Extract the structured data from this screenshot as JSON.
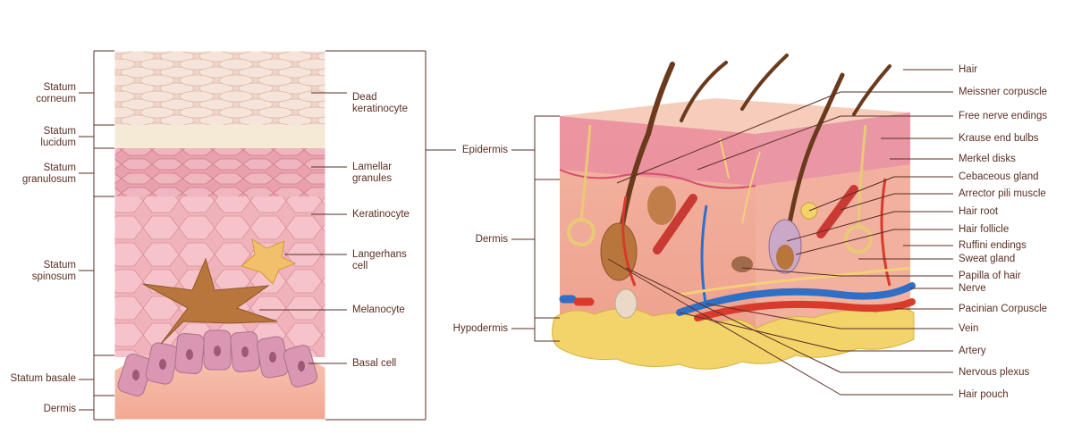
{
  "colors": {
    "line": "#5a2e22",
    "text": "#5a2e22",
    "corneum": "#efd6c8",
    "lucidum": "#f4ead6",
    "granulosum": "#e9a2ad",
    "spinosum": "#f1b3bb",
    "melanocyte": "#b9763c",
    "langerhans": "#f2c06a",
    "basal": "#d997b4",
    "dermis": "#f5b9a8",
    "artery": "#d83a2c",
    "vein": "#2f6fc6",
    "fat": "#f3d46a",
    "hair": "#6a3a1c",
    "nerve": "#f2d07a"
  },
  "left_panel": {
    "left_labels": [
      {
        "text": "Statum\ncorneum"
      },
      {
        "text": "Statum\nlucidum"
      },
      {
        "text": "Statum\ngranulosum"
      },
      {
        "text": "Statum\nspinosum"
      },
      {
        "text": "Statum basale"
      },
      {
        "text": "Dermis"
      }
    ],
    "right_labels": [
      {
        "text": "Dead\nkeratinocyte"
      },
      {
        "text": "Lamellar\ngranules"
      },
      {
        "text": "Keratinocyte"
      },
      {
        "text": "Langerhans\ncell"
      },
      {
        "text": "Melanocyte"
      },
      {
        "text": "Basal cell"
      }
    ]
  },
  "right_panel": {
    "left_labels": [
      {
        "text": "Epidermis"
      },
      {
        "text": "Dermis"
      },
      {
        "text": "Hypodermis"
      }
    ],
    "right_labels": [
      {
        "text": "Hair"
      },
      {
        "text": "Meissner corpuscle"
      },
      {
        "text": "Free nerve endings"
      },
      {
        "text": "Krause end bulbs"
      },
      {
        "text": "Merkel disks"
      },
      {
        "text": "Cebaceous gland"
      },
      {
        "text": "Arrector pili muscle"
      },
      {
        "text": "Hair root"
      },
      {
        "text": "Hair follicle"
      },
      {
        "text": "Ruffini endings"
      },
      {
        "text": "Sweat gland"
      },
      {
        "text": "Papilla of hair"
      },
      {
        "text": "Nerve"
      },
      {
        "text": "Pacinian Corpuscle"
      },
      {
        "text": "Vein"
      },
      {
        "text": "Artery"
      },
      {
        "text": "Nervous plexus"
      },
      {
        "text": "Hair pouch"
      }
    ]
  }
}
